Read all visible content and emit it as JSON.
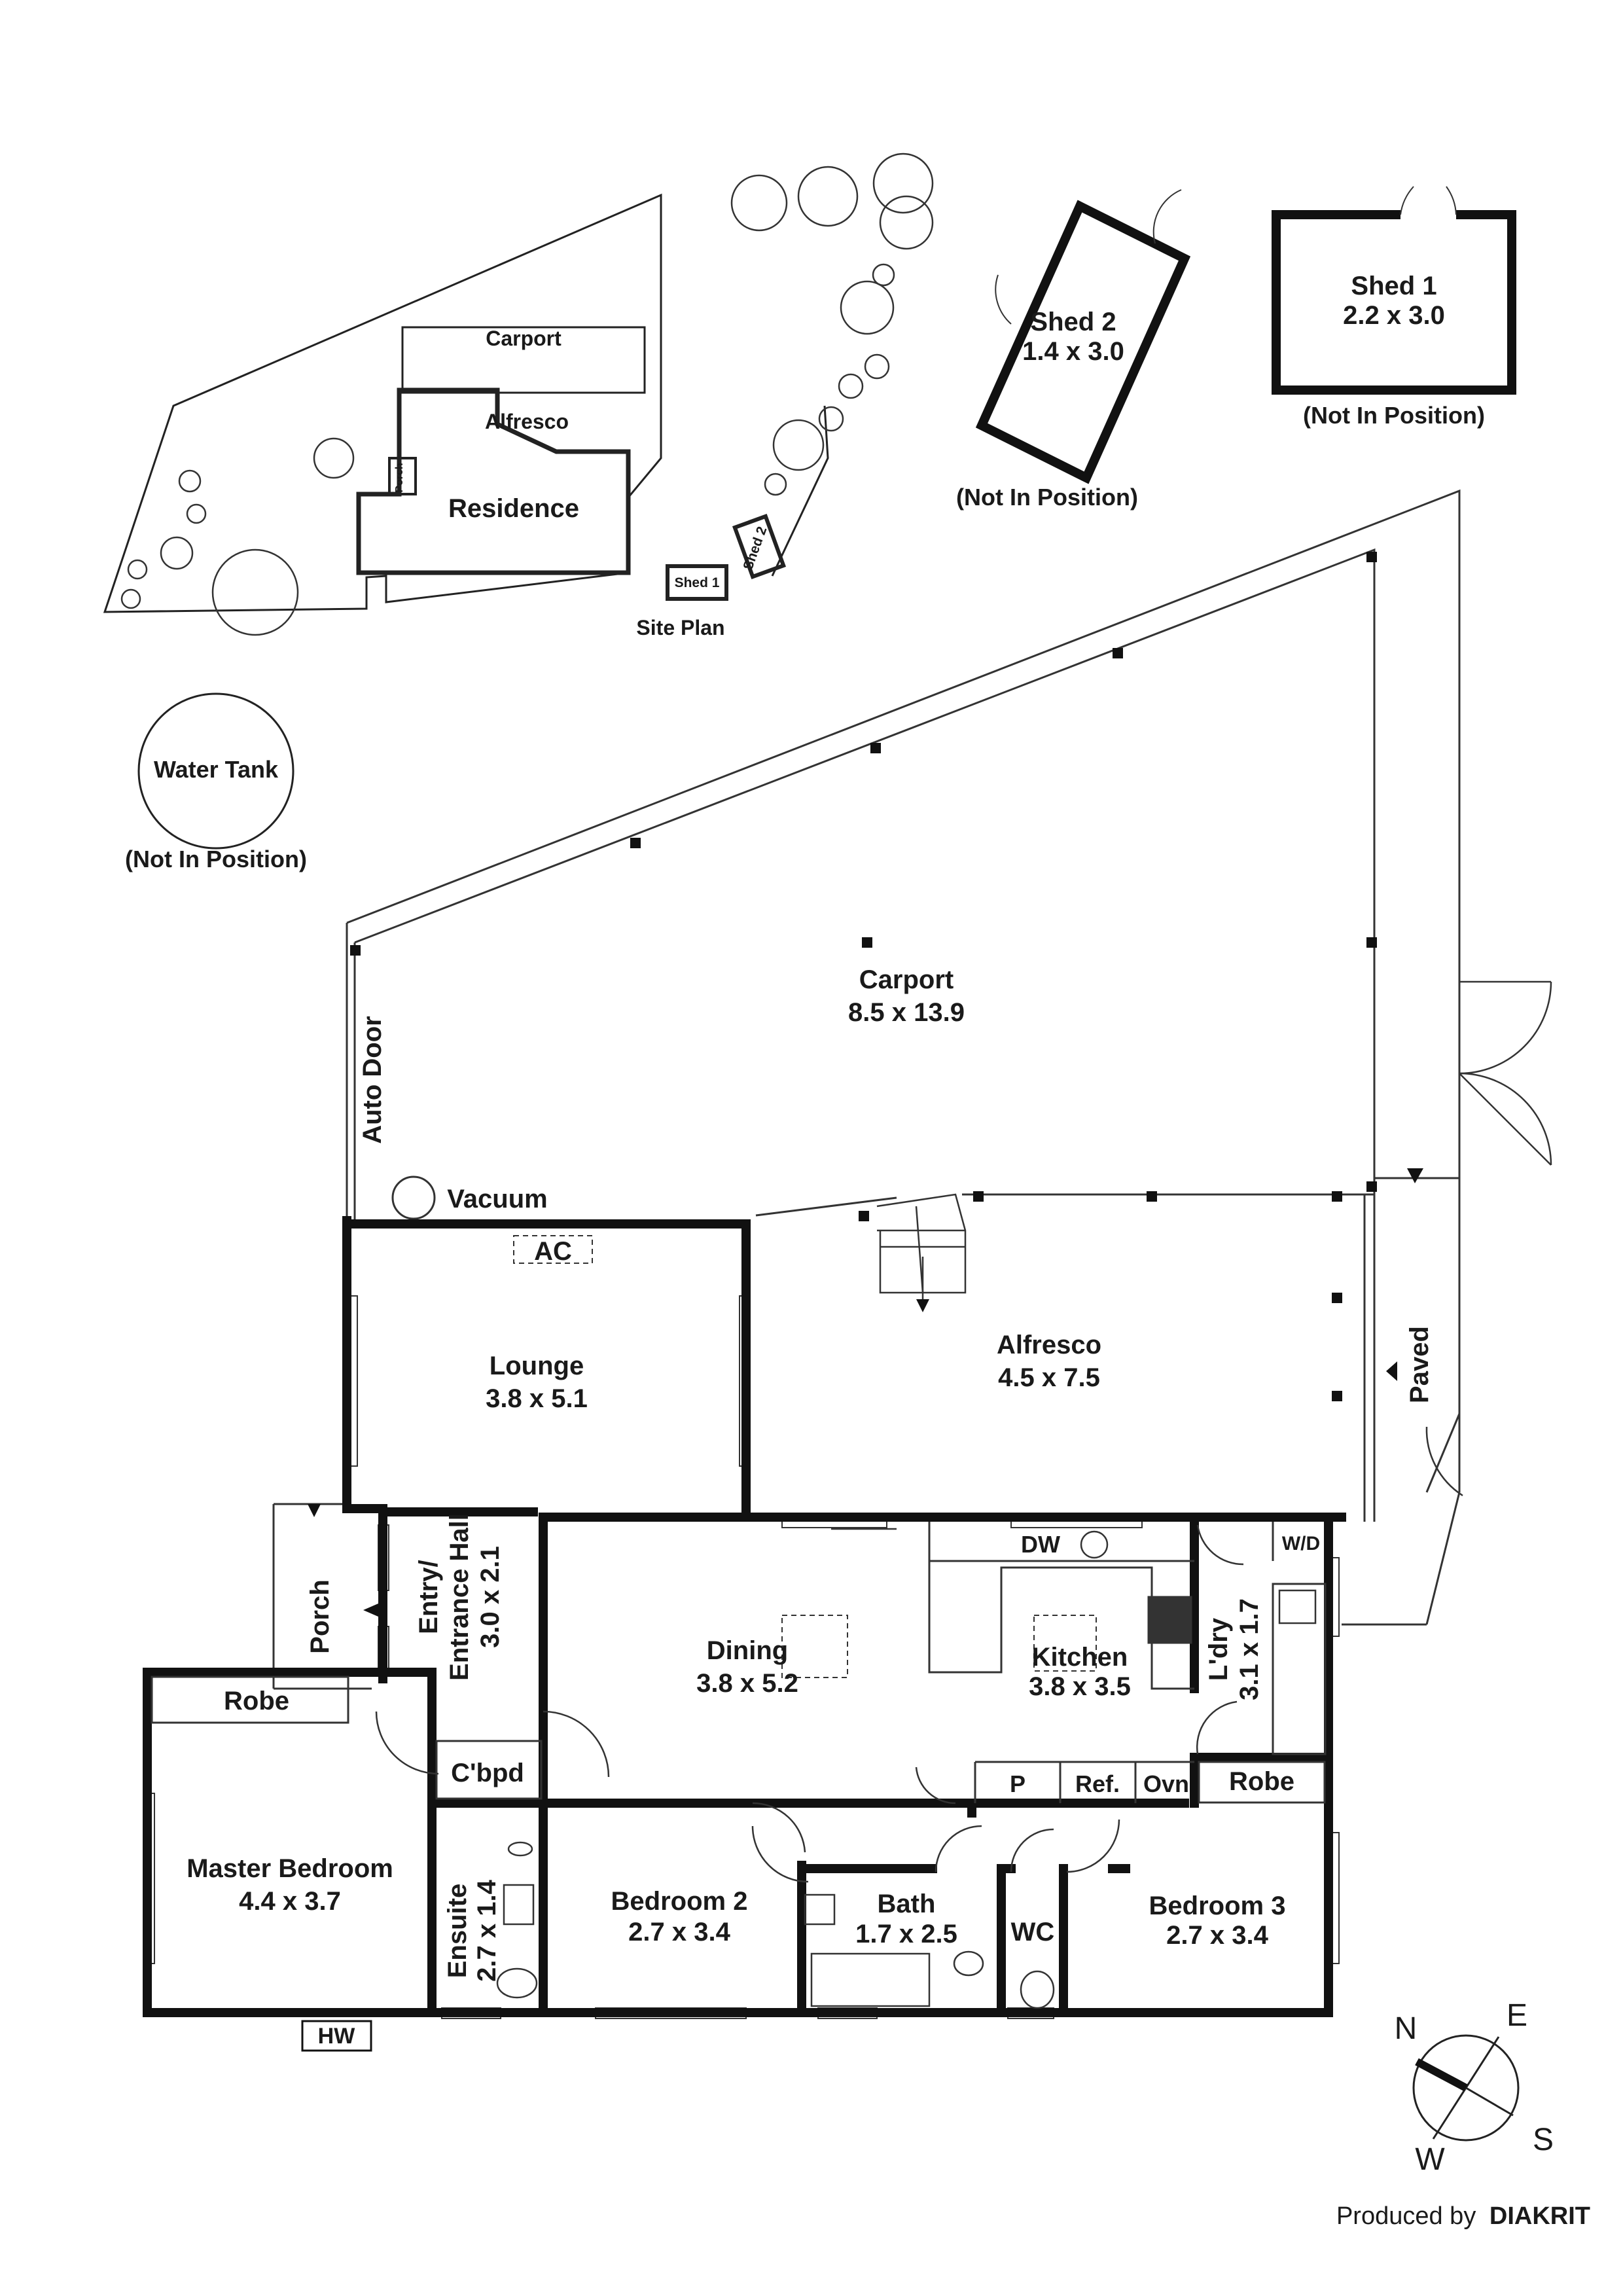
{
  "site_plan": {
    "title": "Site Plan",
    "carport": "Carport",
    "alfresco": "Alfresco",
    "residence": "Residence",
    "porch": "Porch",
    "shed1": "Shed 1",
    "shed2": "Shed 2"
  },
  "outbuildings": {
    "shed2": {
      "name": "Shed 2",
      "size": "1.4 x 3.0",
      "note": "(Not In Position)"
    },
    "shed1": {
      "name": "Shed 1",
      "size": "2.2 x 3.0",
      "note": "(Not In Position)"
    },
    "water_tank": {
      "name": "Water Tank",
      "note": "(Not In Position)"
    }
  },
  "rooms": {
    "carport": {
      "name": "Carport",
      "size": "8.5 x 13.9"
    },
    "alfresco": {
      "name": "Alfresco",
      "size": "4.5 x 7.5"
    },
    "lounge": {
      "name": "Lounge",
      "size": "3.8 x 5.1"
    },
    "entry": {
      "name": "Entry/",
      "name2": "Entrance Hall",
      "size": "3.0 x 2.1"
    },
    "porch": {
      "name": "Porch"
    },
    "dining": {
      "name": "Dining",
      "size": "3.8 x 5.2"
    },
    "kitchen": {
      "name": "Kitchen",
      "size": "3.8 x 3.5"
    },
    "laundry": {
      "name": "L'dry",
      "size": "3.1 x 1.7"
    },
    "master": {
      "name": "Master Bedroom",
      "size": "4.4 x 3.7"
    },
    "ensuite": {
      "name": "Ensuite",
      "size": "2.7 x 1.4"
    },
    "bedroom2": {
      "name": "Bedroom 2",
      "size": "2.7 x 3.4"
    },
    "bath": {
      "name": "Bath",
      "size": "1.7 x 2.5"
    },
    "wc": {
      "name": "WC"
    },
    "bedroom3": {
      "name": "Bedroom 3",
      "size": "2.7 x 3.4"
    }
  },
  "fixtures": {
    "auto_door": "Auto Door",
    "vacuum": "Vacuum",
    "ac": "AC",
    "paved": "Paved",
    "dw": "DW",
    "wd": "W/D",
    "robe": "Robe",
    "robe2": "Robe",
    "cbpd": "C'bpd",
    "pantry": "P",
    "ref": "Ref.",
    "ovn": "Ovn",
    "hw": "HW"
  },
  "compass": {
    "n": "N",
    "e": "E",
    "s": "S",
    "w": "W"
  },
  "credit": {
    "prefix": "Produced by",
    "brand": "DIAKRIT"
  }
}
